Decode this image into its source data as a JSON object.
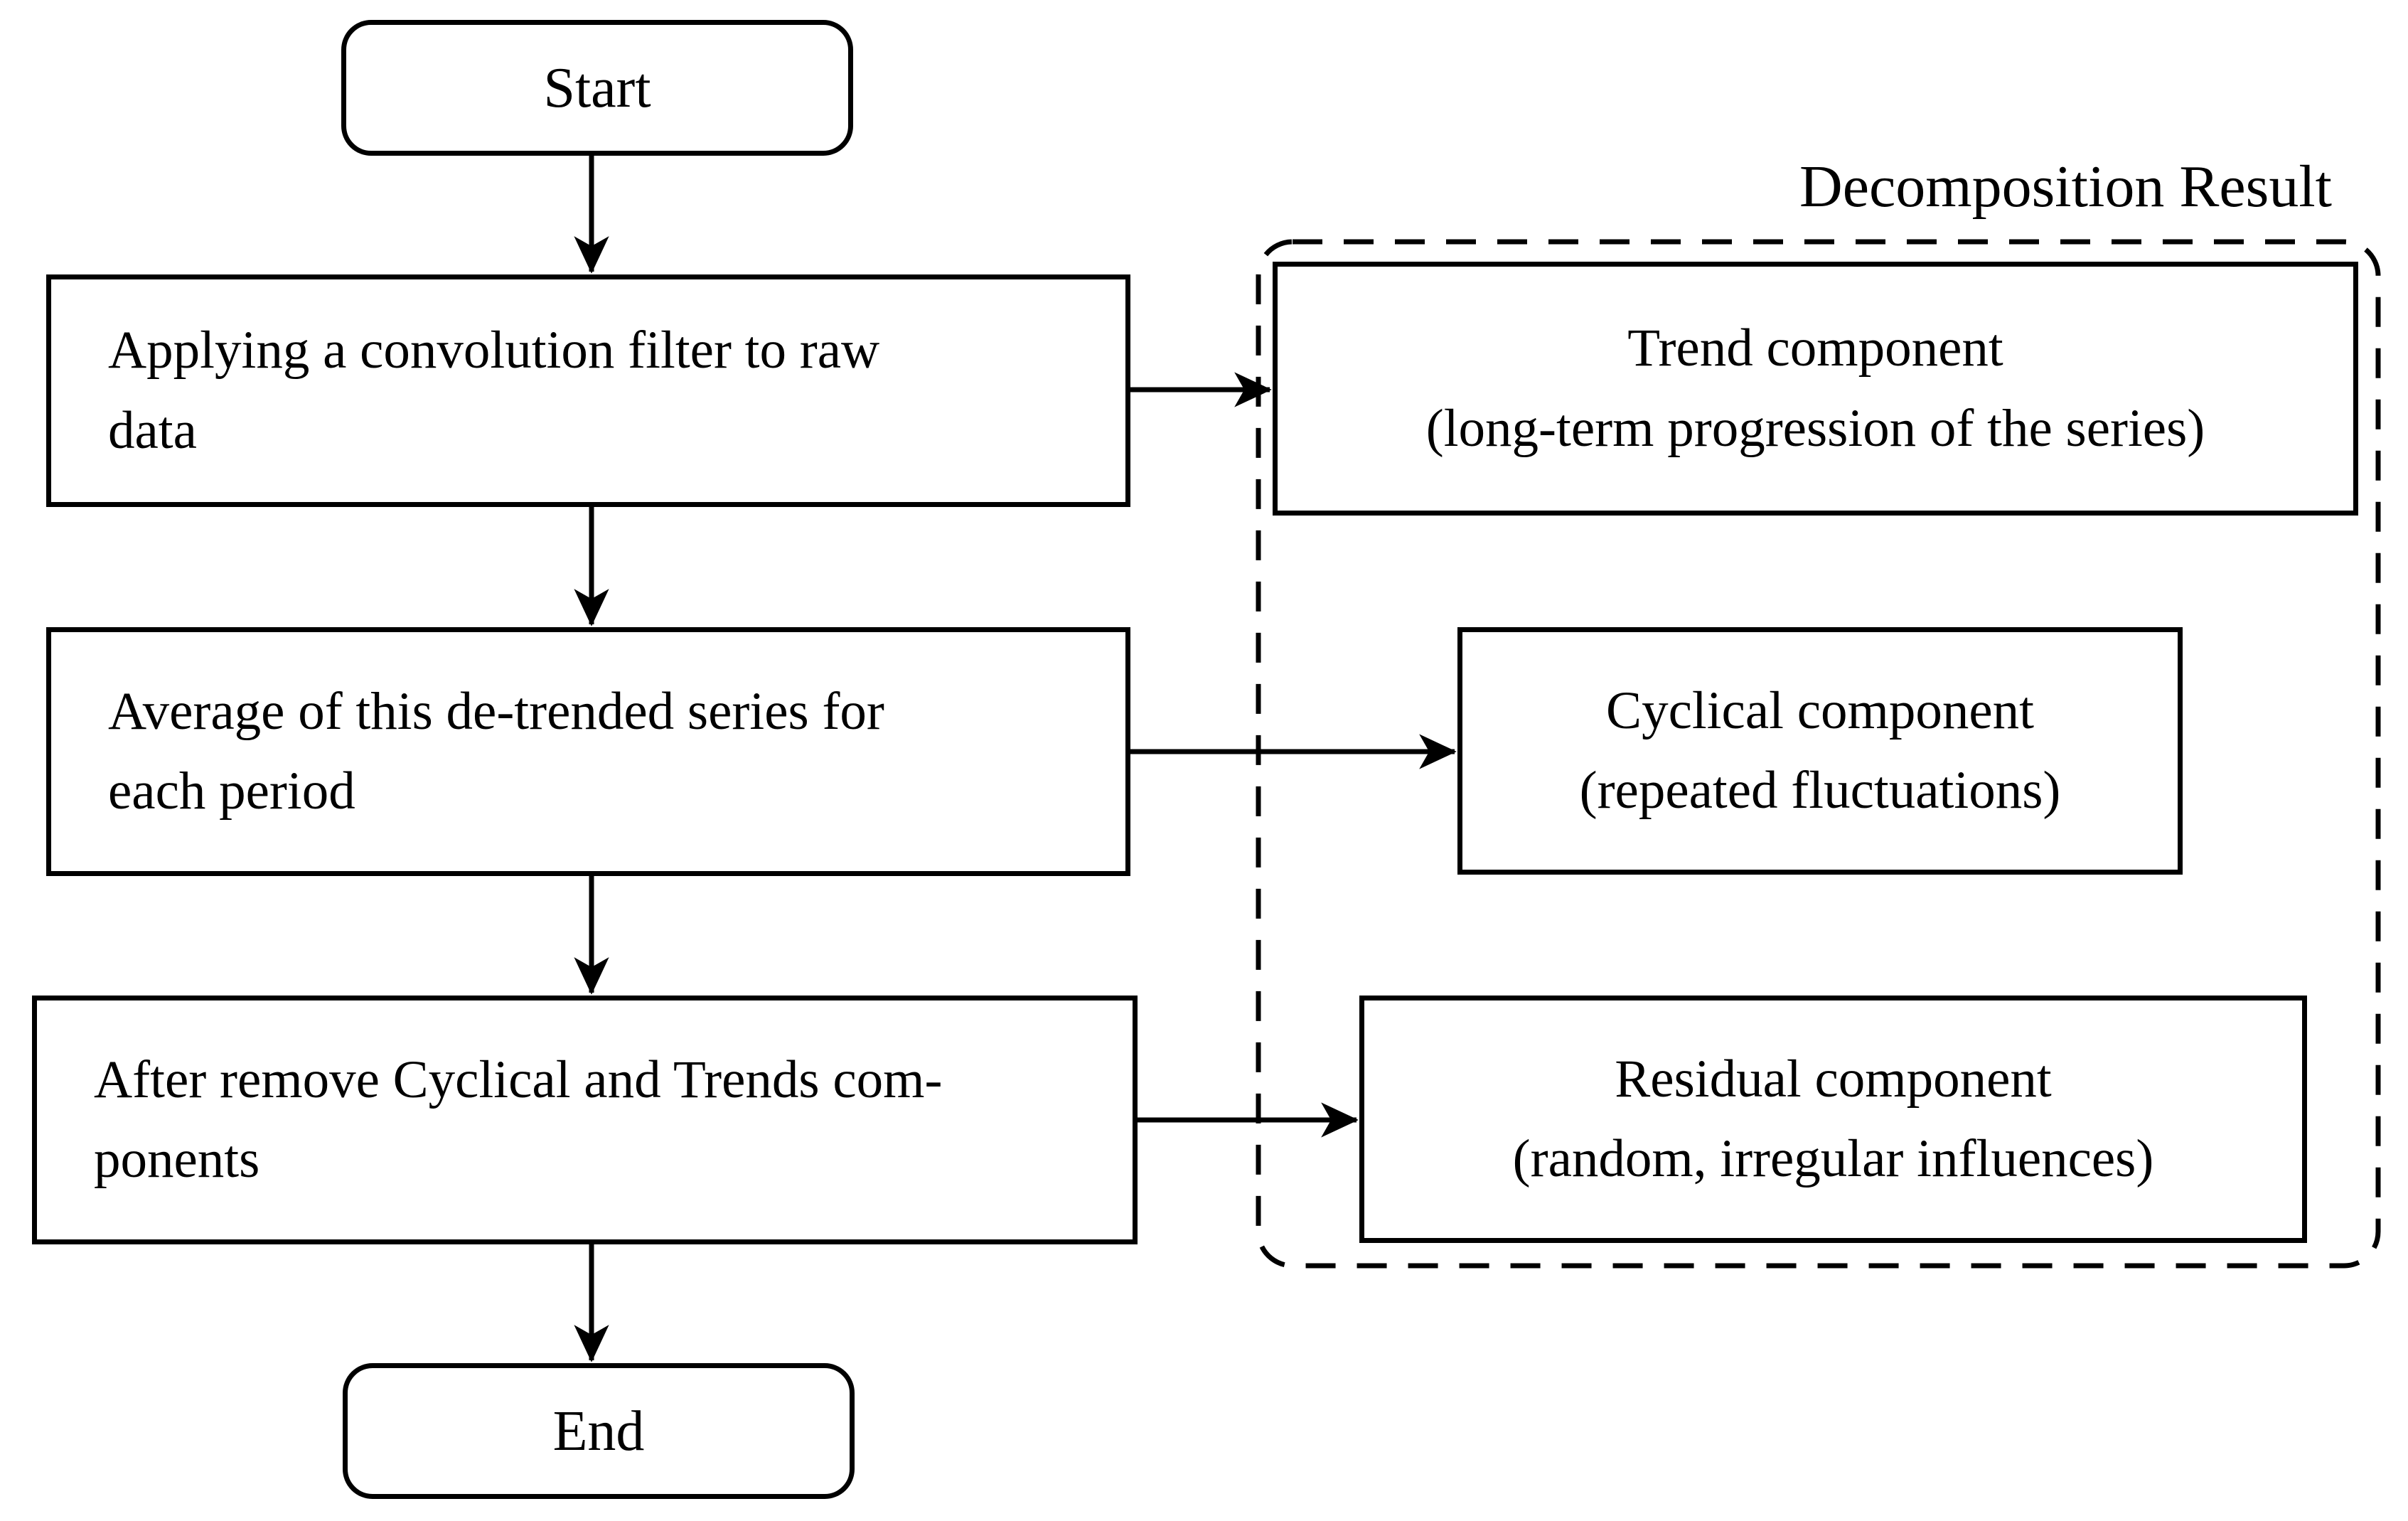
{
  "flowchart": {
    "group_title": "Decomposition Result",
    "nodes": {
      "start": {
        "label": "Start"
      },
      "step1": {
        "line1": "Applying a convolution filter to raw",
        "line2": "data"
      },
      "step2": {
        "line1": "Average of this de-trended series for",
        "line2": "each period"
      },
      "step3": {
        "line1": "After remove Cyclical and Trends com-",
        "line2": "ponents"
      },
      "end": {
        "label": "End"
      },
      "trend": {
        "line1": "Trend component",
        "line2": "(long-term progression of the series)"
      },
      "cyclical": {
        "line1": "Cyclical component",
        "line2": "(repeated fluctuations)"
      },
      "residual": {
        "line1": "Residual component",
        "line2": "(random, irregular influences)"
      }
    },
    "colors": {
      "line": "#000000",
      "background": "#ffffff"
    }
  }
}
